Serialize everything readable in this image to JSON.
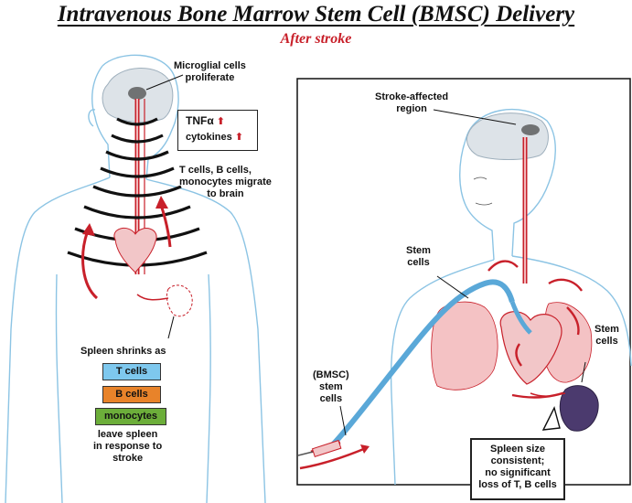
{
  "title": "Intravenous Bone Marrow Stem Cell (BMSC) Delivery",
  "subtitle": "After stroke",
  "left_panel": {
    "microglia_label_1": "Microglial cells",
    "microglia_label_2": "proliferate",
    "tnf_label": "TNFα",
    "cytokines_label": "cytokines",
    "migrate_1": "T cells, B cells,",
    "migrate_2": "monocytes migrate",
    "migrate_3": "to brain",
    "spleen_shrinks": "Spleen shrinks as",
    "chips": [
      {
        "label": "T cells",
        "color": "#7ec8ee"
      },
      {
        "label": "B cells",
        "color": "#e8832a"
      },
      {
        "label": "monocytes",
        "color": "#6cae3a"
      }
    ],
    "leave_1": "leave spleen",
    "leave_2": "in response to",
    "leave_3": "stroke"
  },
  "right_panel": {
    "stroke_region_1": "Stroke-affected",
    "stroke_region_2": "region",
    "stem_cells_left_1": "Stem",
    "stem_cells_left_2": "cells",
    "stem_cells_right_1": "Stem",
    "stem_cells_right_2": "cells",
    "bmsc_1": "(BMSC)",
    "bmsc_2": "stem",
    "bmsc_3": "cells",
    "spleen_note_1": "Spleen size",
    "spleen_note_2": "consistent;",
    "spleen_note_3": "no significant",
    "spleen_note_4": "loss of T, B cells"
  },
  "colors": {
    "artery_red": "#c8202a",
    "vein_blue": "#5aa8d8",
    "body_outline": "#8cc4e4",
    "lung_pink": "#f4c2c4"
  }
}
